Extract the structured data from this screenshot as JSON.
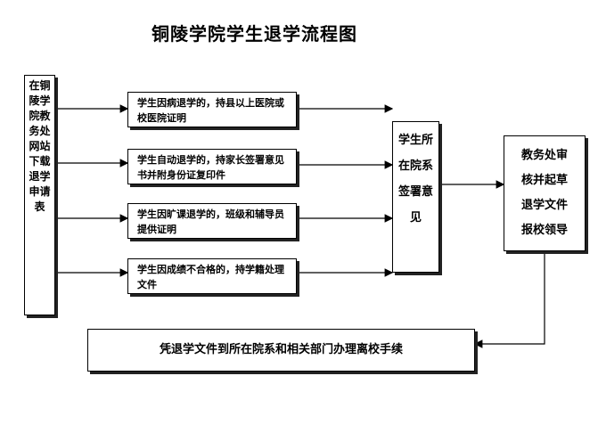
{
  "title": "铜陵学院学生退学流程图",
  "left_box": "在铜陵学院教务处网站下载退学申请表",
  "cases": [
    {
      "text": "学生因病退学的，持县以上医院或校医院证明"
    },
    {
      "text": "学生自动退学的，持家长签署意见书并附身份证复印件"
    },
    {
      "text": "学生因旷课退学的，班级和辅导员提供证明"
    },
    {
      "text": "学生因成绩不合格的，持学籍处理文件"
    }
  ],
  "middle_box": "学生所在院系签署意见",
  "right_box": [
    "教务处审",
    "核并起草",
    "退学文件",
    "报校领导"
  ],
  "bottom_box": "凭退学文件到所在院系和相关部门办理离校手续"
}
